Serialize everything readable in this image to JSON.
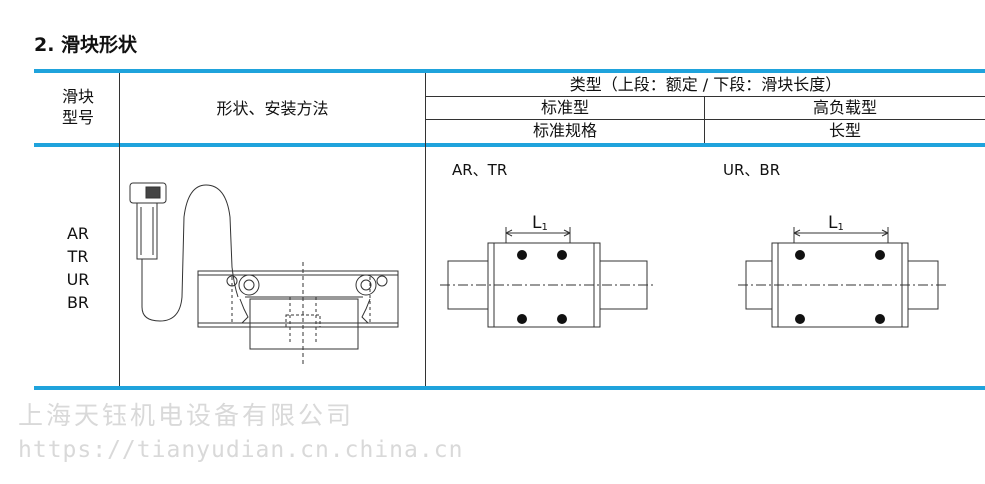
{
  "section_title": "2. 滑块形状",
  "table": {
    "header": {
      "col_model": [
        "滑块",
        "型号"
      ],
      "col_shape": "形状、安装方法",
      "col_type": "类型（上段：额定 / 下段：滑块长度）",
      "standard": "标准型",
      "high_load": "高负载型",
      "standard_spec": "标准规格",
      "long": "长型"
    },
    "models": [
      "AR",
      "TR",
      "UR",
      "BR"
    ],
    "diagram_standard_label": "AR、TR",
    "diagram_long_label": "UR、BR",
    "dimension_label": "L",
    "dimension_sub": "1"
  },
  "watermark": {
    "company": "上海天钰机电设备有限公司",
    "url": "https://tianyudian.cn.china.cn"
  },
  "colors": {
    "rule": "#1fa3dc",
    "line": "#333333",
    "watermark": "#d9d9d9"
  }
}
